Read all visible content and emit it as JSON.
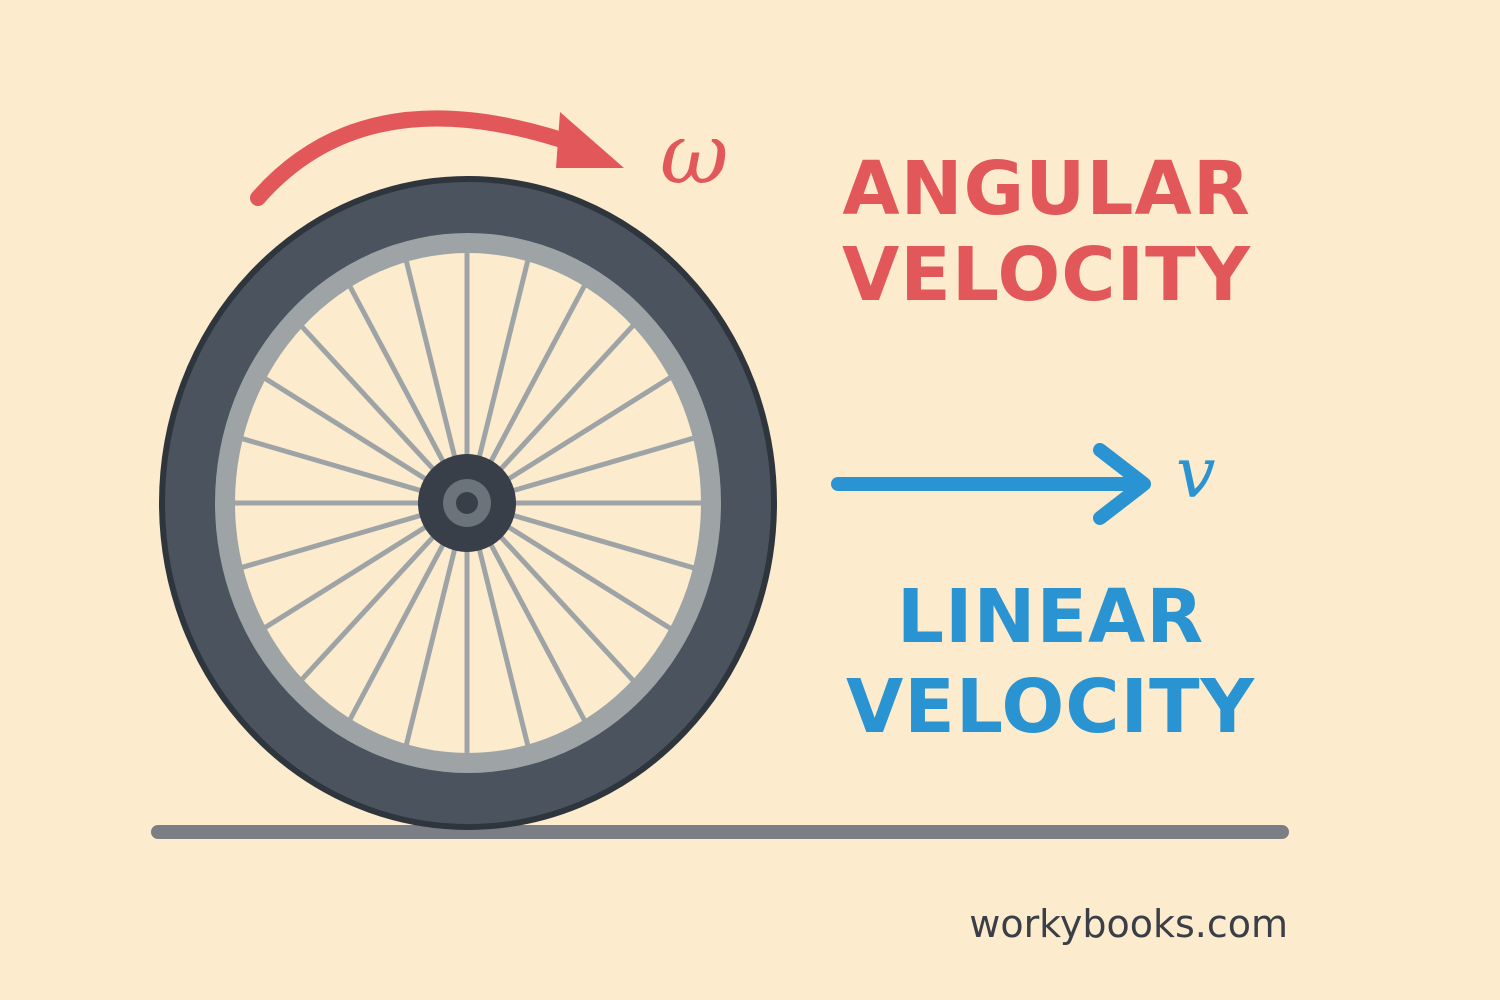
{
  "symbols": {
    "angular": "ω",
    "linear": "v"
  },
  "labels": {
    "angular_line1": "ANGULAR",
    "angular_line2": "VELOCITY",
    "linear_line1": "LINEAR",
    "linear_line2": "VELOCITY"
  },
  "watermark": "workybooks.com",
  "colors": {
    "background": "#fcebcd",
    "angular": "#e2585a",
    "linear": "#2a93d1",
    "tire": "#4a535e",
    "rim": "#9ea4a6",
    "spokes": "#9ea4a6",
    "ground": "#7b7f85"
  },
  "wheel": {
    "spoke_count": 24
  }
}
